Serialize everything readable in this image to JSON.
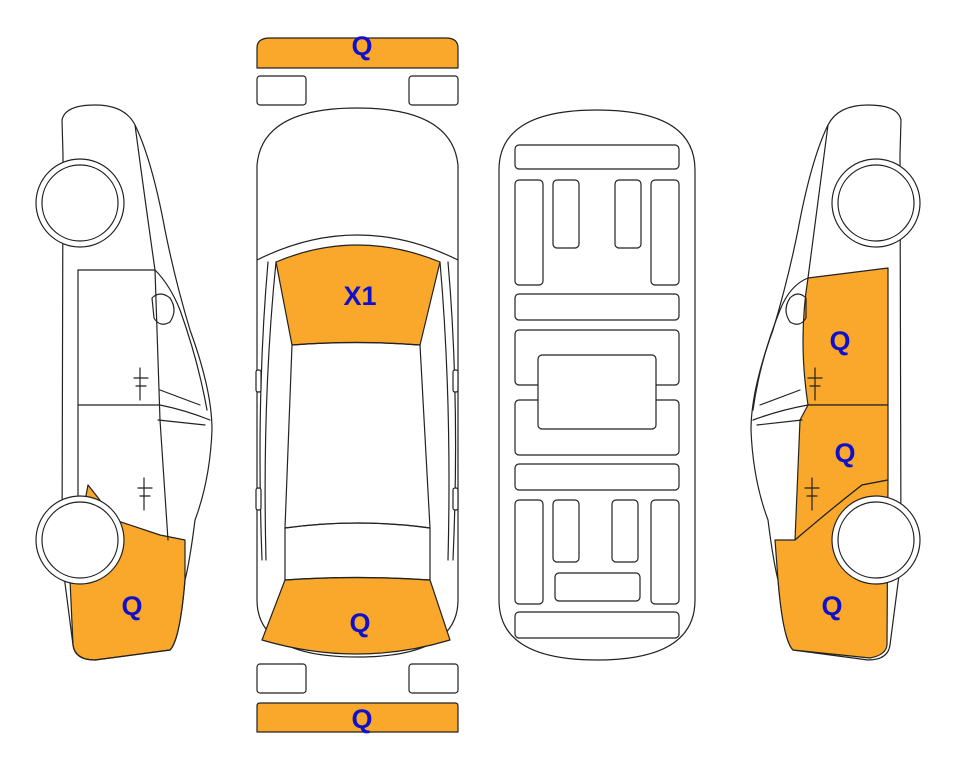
{
  "colors": {
    "highlight": "#F9A82B",
    "label": "#1010CC",
    "outline": "#222222"
  },
  "labels": {
    "front_bumper": "Q",
    "windshield": "X1",
    "rear_window": "Q",
    "rear_bumper": "Q",
    "left_rear_quarter": "Q",
    "right_front_door": "Q",
    "right_rear_door": "Q",
    "right_rear_quarter": "Q"
  }
}
